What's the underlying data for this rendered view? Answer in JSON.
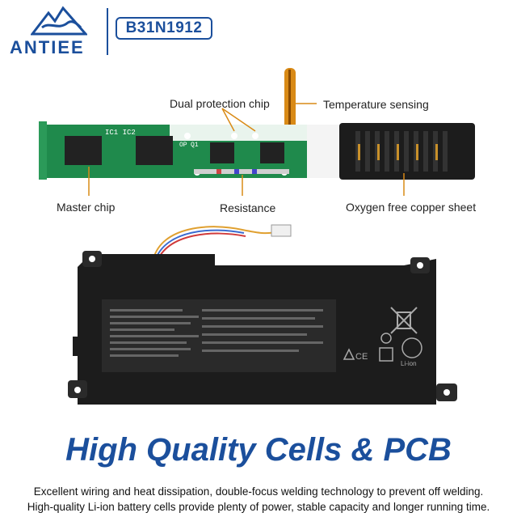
{
  "brand": {
    "name": "ANTIEE",
    "model": "B31N1912"
  },
  "callouts": {
    "dual_protection_chip": "Dual protection chip",
    "temperature_sensing": "Temperature sensing",
    "master_chip": "Master chip",
    "resistance": "Resistance",
    "oxygen_free_copper": "Oxygen free copper sheet"
  },
  "pcb": {
    "ic_labels": "IC1 IC2",
    "op_label": "OP",
    "q1_label": "Q1"
  },
  "battery": {
    "li_ion_label": "Li-ion"
  },
  "headline": "High Quality Cells & PCB",
  "captions": [
    "Excellent wiring and heat dissipation, double-focus welding technology to prevent off welding.",
    "High-quality Li-ion battery cells provide plenty of power, stable capacity and longer running time."
  ],
  "colors": {
    "brand_blue": "#1b4f9c",
    "pcb_green": "#1f8a4c",
    "battery_black": "#1c1c1c"
  }
}
